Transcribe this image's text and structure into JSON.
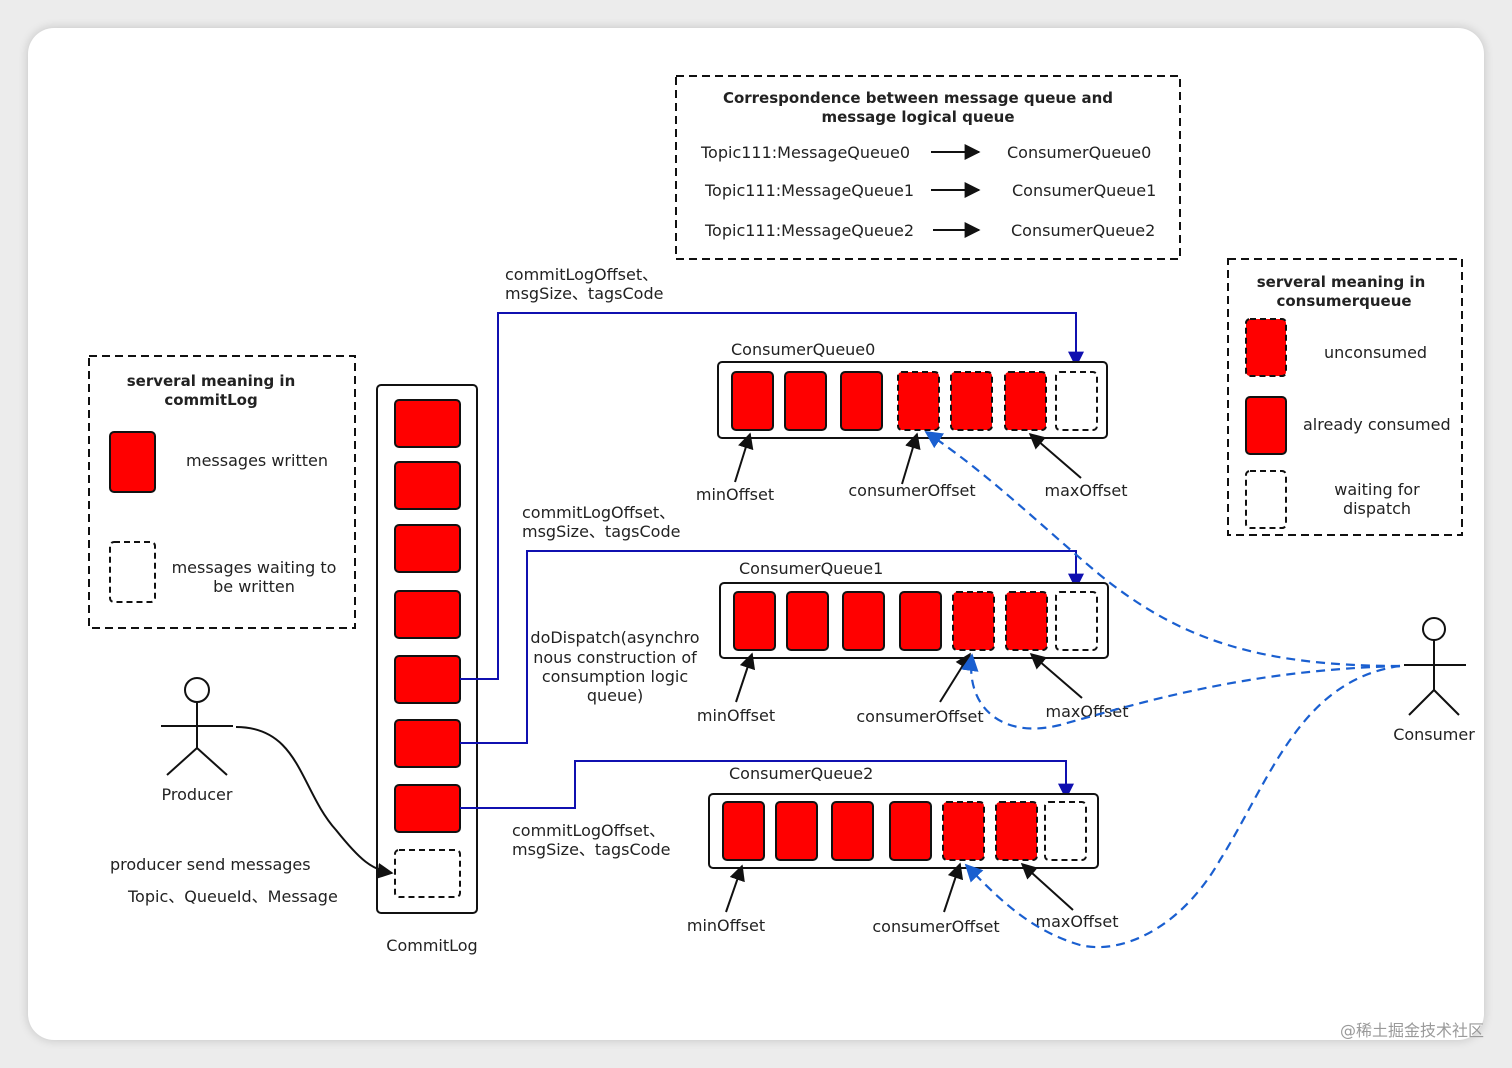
{
  "mapping_box": {
    "title_line1": "Correspondence between message queue and",
    "title_line2": "message logical queue",
    "rows": [
      {
        "from": "Topic111:MessageQueue0",
        "to": "ConsumerQueue0"
      },
      {
        "from": "Topic111:MessageQueue1",
        "to": "ConsumerQueue1"
      },
      {
        "from": "Topic111:MessageQueue2",
        "to": "ConsumerQueue2"
      }
    ]
  },
  "commitlog_legend": {
    "title_line1": "serveral meaning in",
    "title_line2": "commitLog",
    "written": "messages written",
    "waiting_line1": "messages waiting to",
    "waiting_line2": "be written"
  },
  "consumerqueue_legend": {
    "title_line1": "serveral meaning in",
    "title_line2": "consumerqueue",
    "unconsumed": "unconsumed",
    "consumed": "already consumed",
    "waiting_line1": "waiting for",
    "waiting_line2": "dispatch"
  },
  "commitlog": {
    "label": "CommitLog"
  },
  "producer": {
    "label": "Producer",
    "send_line1": "producer send messages",
    "send_line2": "Topic、QueueId、Message"
  },
  "consumer": {
    "label": "Consumer"
  },
  "dispatch_note": {
    "line1": "doDispatch(asynchro",
    "line2": "nous construction of",
    "line3": "consumption logic",
    "line4": "queue)"
  },
  "offset_text": {
    "line1": "commitLogOffset、",
    "line2": "msgSize、tagsCode"
  },
  "queues": [
    {
      "name": "ConsumerQueue0",
      "min": "minOffset",
      "consumer": "consumerOffset",
      "max": "maxOffset"
    },
    {
      "name": "ConsumerQueue1",
      "min": "minOffset",
      "consumer": "consumerOffset",
      "max": "maxOffset"
    },
    {
      "name": "ConsumerQueue2",
      "min": "minOffset",
      "consumer": "consumerOffset",
      "max": "maxOffset"
    }
  ],
  "watermark": "@稀土掘金技术社区",
  "colors": {
    "message_red": "#ff0000",
    "dispatch_blue": "#1010b0",
    "consumer_blue": "#1a5fd0"
  }
}
